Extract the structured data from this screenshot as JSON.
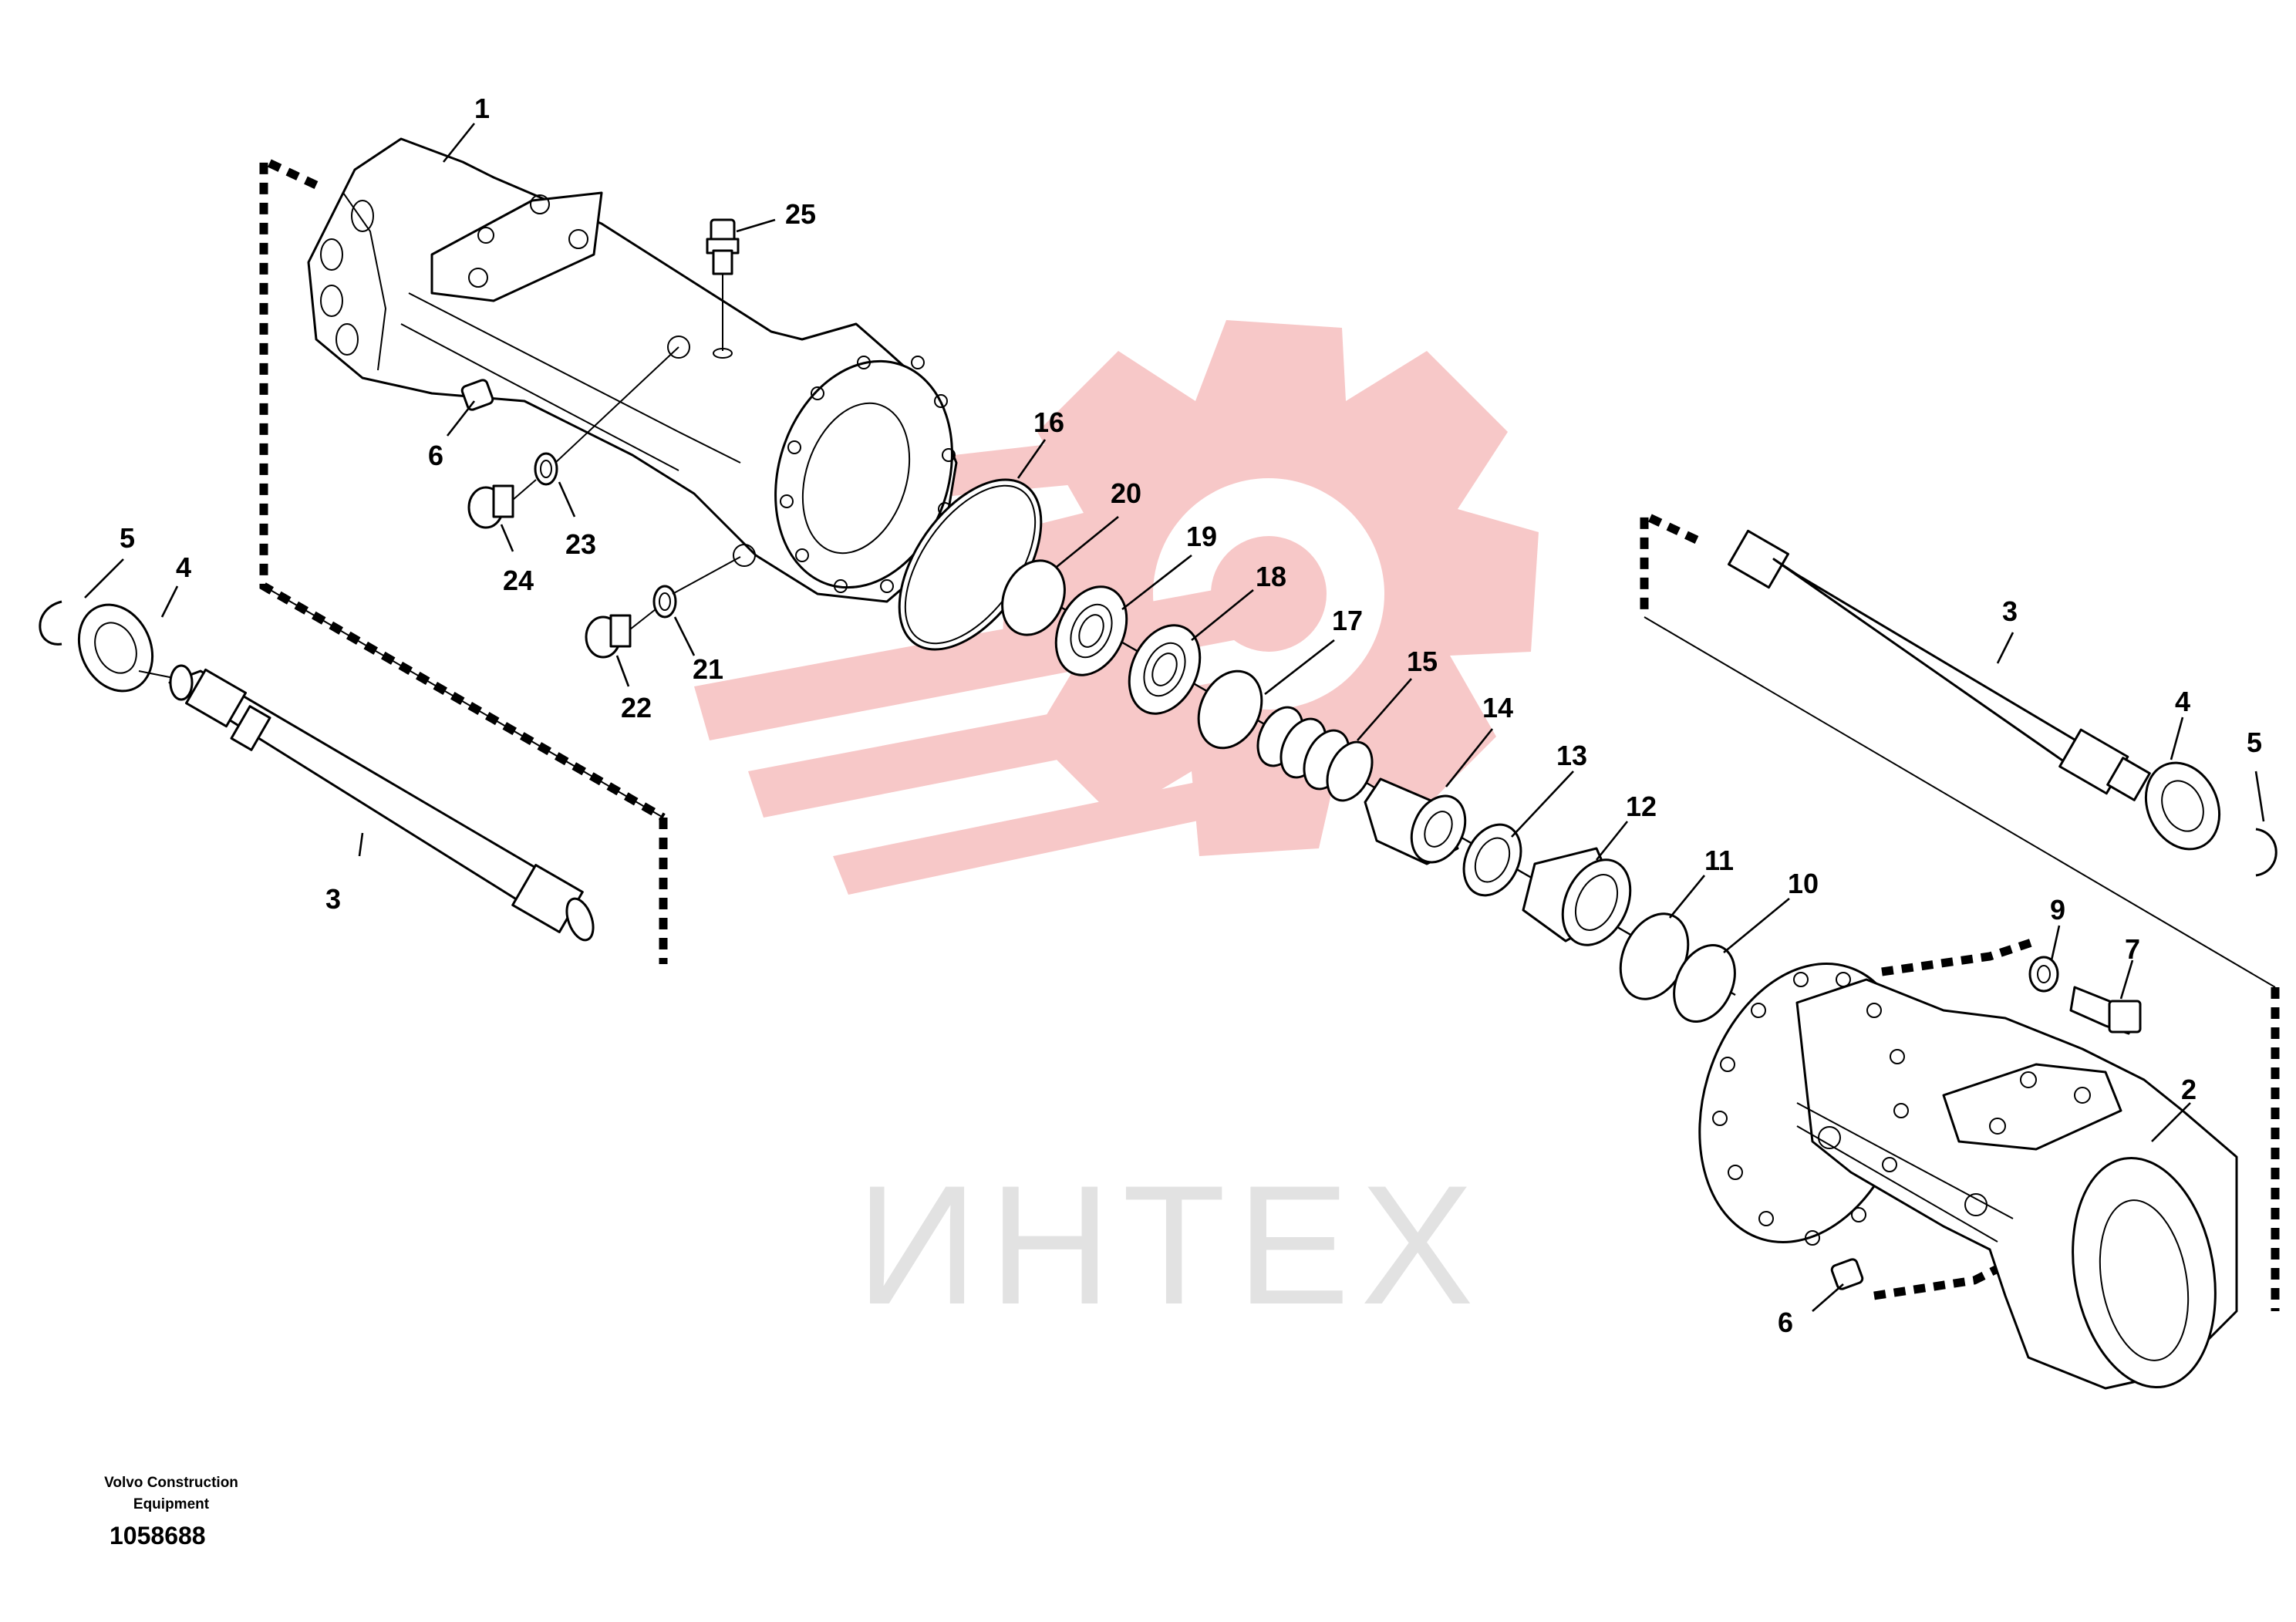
{
  "diagram": {
    "callouts": [
      "1",
      "2",
      "3",
      "3",
      "4",
      "4",
      "5",
      "5",
      "6",
      "6",
      "7",
      "9",
      "10",
      "11",
      "12",
      "13",
      "14",
      "15",
      "16",
      "17",
      "18",
      "19",
      "20",
      "21",
      "22",
      "23",
      "24",
      "25"
    ]
  },
  "watermark": {
    "text": "ИНТЕХ",
    "gear_color": "#f7c8c8",
    "text_color": "#e2e2e2"
  },
  "footer": {
    "maker_line1": "Volvo Construction",
    "maker_line2": "Equipment",
    "doc_number": "1058688"
  }
}
